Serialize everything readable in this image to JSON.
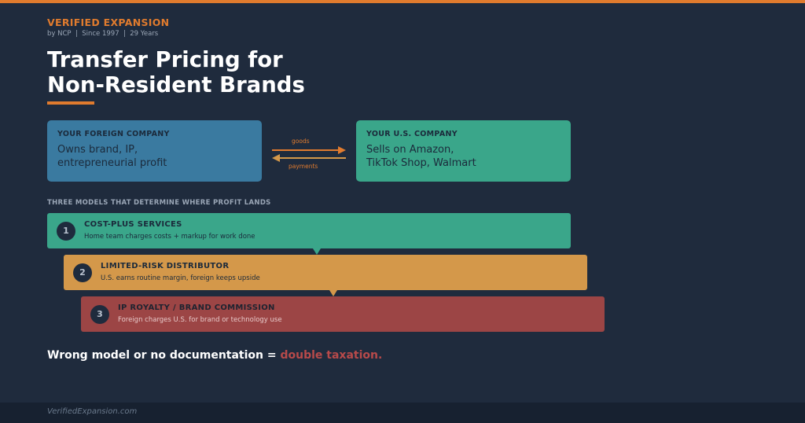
{
  "header": {
    "brand": "VERIFIED EXPANSION",
    "byline": "by NCP  |  Since 1997  |  29 Years",
    "title_line1": "Transfer Pricing for",
    "title_line2": "Non-Resident Brands"
  },
  "companies": {
    "foreign": {
      "heading": "YOUR FOREIGN COMPANY",
      "line1": "Owns brand, IP,",
      "line2": "entrepreneurial profit"
    },
    "us": {
      "heading": "YOUR U.S. COMPANY",
      "line1": "Sells on Amazon,",
      "line2": "TikTok Shop, Walmart"
    },
    "flow_goods": "goods",
    "flow_payments": "payments"
  },
  "models": {
    "section_title": "THREE MODELS THAT DETERMINE WHERE PROFIT LANDS",
    "items": [
      {
        "number": "1",
        "title": "COST-PLUS SERVICES",
        "description": "Home team charges costs + markup for work done"
      },
      {
        "number": "2",
        "title": "LIMITED-RISK DISTRIBUTOR",
        "description": "U.S. earns routine margin, foreign keeps upside"
      },
      {
        "number": "3",
        "title": "IP ROYALTY / BRAND COMMISSION",
        "description": "Foreign charges U.S. for brand or technology use"
      }
    ]
  },
  "conclusion": {
    "prefix": "Wrong model or no documentation = ",
    "highlight": "double taxation."
  },
  "footer": {
    "site": "VerifiedExpansion.com"
  },
  "colors": {
    "accent": "#e07b2e",
    "background": "#1f2b3d",
    "foreign_box": "#3a7aa0",
    "us_box": "#3aa68a",
    "model1": "#3aa68a",
    "model2": "#d4984a",
    "model3": "#9c4545",
    "warning": "#b84a4a"
  }
}
